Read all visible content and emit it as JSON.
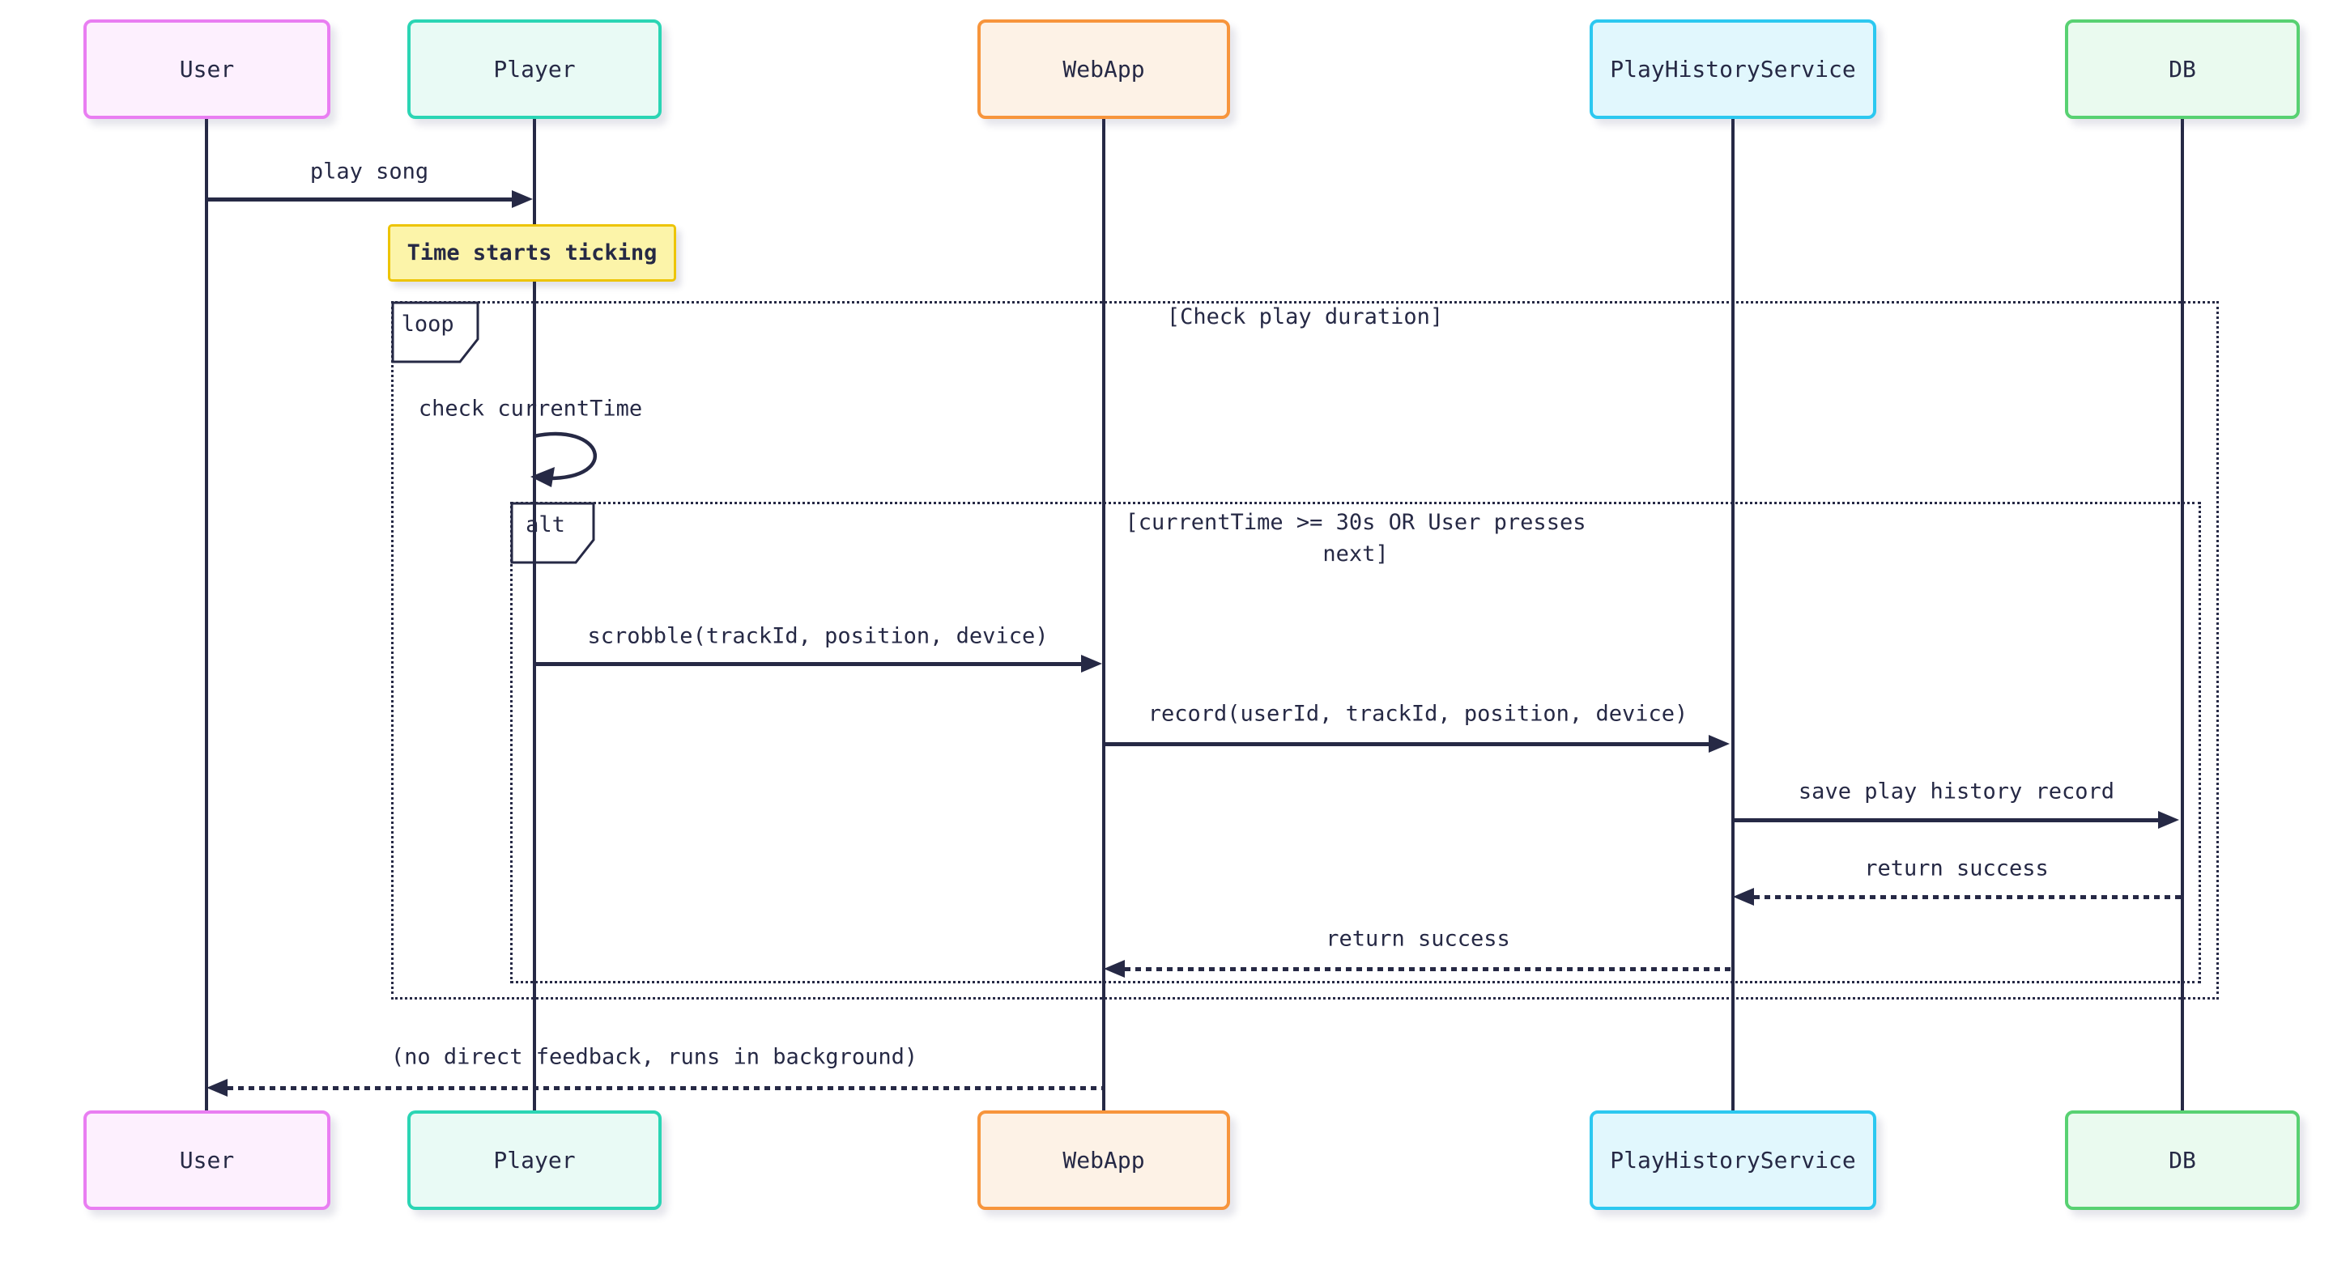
{
  "diagram_type": "sequence-diagram",
  "actors": [
    {
      "label": "User",
      "border": "#e97ef2",
      "fill": "#fdf0fe"
    },
    {
      "label": "Player",
      "border": "#2bd5b4",
      "fill": "#e9faf5"
    },
    {
      "label": "WebApp",
      "border": "#f7953c",
      "fill": "#fdf2e6"
    },
    {
      "label": "PlayHistoryService",
      "border": "#2cc8f0",
      "fill": "#e1f7fd"
    },
    {
      "label": "DB",
      "border": "#58d172",
      "fill": "#eafaef"
    }
  ],
  "note": {
    "text": "Time starts ticking",
    "attached_to": "Player",
    "fill": "#fcf4a9",
    "border": "#edc404"
  },
  "frames": [
    {
      "label": "loop",
      "condition": "[Check play duration]"
    },
    {
      "label": "alt",
      "condition": "[currentTime >= 30s OR User presses next]"
    }
  ],
  "messages": [
    {
      "from": "User",
      "to": "Player",
      "label": "play song",
      "style": "solid"
    },
    {
      "from": "Player",
      "to": "Player",
      "label": "check currentTime",
      "style": "solid-self"
    },
    {
      "from": "Player",
      "to": "WebApp",
      "label": "scrobble(trackId, position, device)",
      "style": "solid"
    },
    {
      "from": "WebApp",
      "to": "PlayHistoryService",
      "label": "record(userId, trackId, position, device)",
      "style": "solid"
    },
    {
      "from": "PlayHistoryService",
      "to": "DB",
      "label": "save play history record",
      "style": "solid"
    },
    {
      "from": "DB",
      "to": "PlayHistoryService",
      "label": "return success",
      "style": "dotted"
    },
    {
      "from": "PlayHistoryService",
      "to": "WebApp",
      "label": "return success",
      "style": "dotted"
    },
    {
      "from": "WebApp",
      "to": "User",
      "label": "(no direct feedback, runs in background)",
      "style": "dotted"
    }
  ],
  "colors": {
    "background": "#ffffff",
    "line_and_text": "#262945",
    "note_fill": "#fcf4a9",
    "note_border": "#edc404"
  }
}
